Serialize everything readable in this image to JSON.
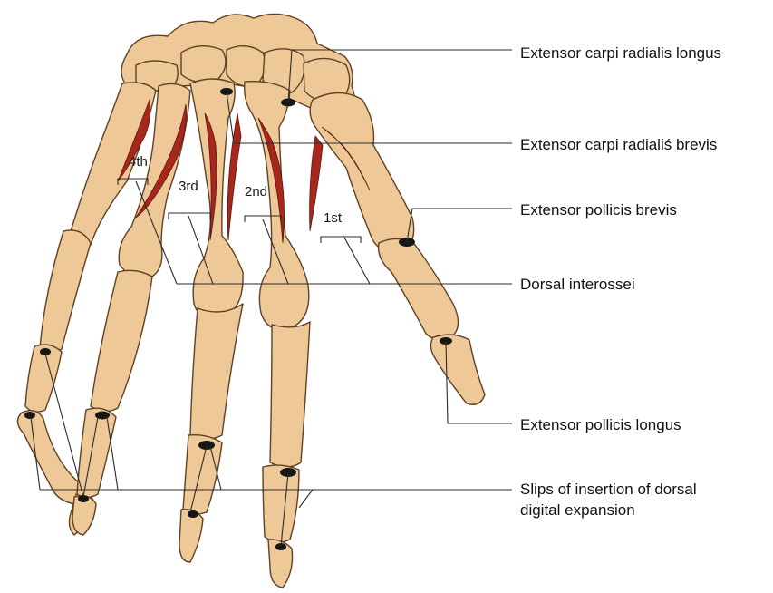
{
  "labels": {
    "ecrl": "Extensor carpi radialis longus",
    "ecrb": "Extensor carpi radialiś brevis",
    "epb": "Extensor pollicis brevis",
    "di": "Dorsal interossei",
    "epl": "Extensor pollicis longus",
    "slips_1": "Slips of insertion of dorsal",
    "slips_2": "digital expansion"
  },
  "interossei": {
    "first": "1st",
    "second": "2nd",
    "third": "3rd",
    "fourth": "4th"
  },
  "colors": {
    "bone": "#efc897",
    "bone_outline": "#5e4126",
    "muscle": "#a8271c",
    "insertion": "#161616",
    "leader": "#2b2b2b"
  }
}
